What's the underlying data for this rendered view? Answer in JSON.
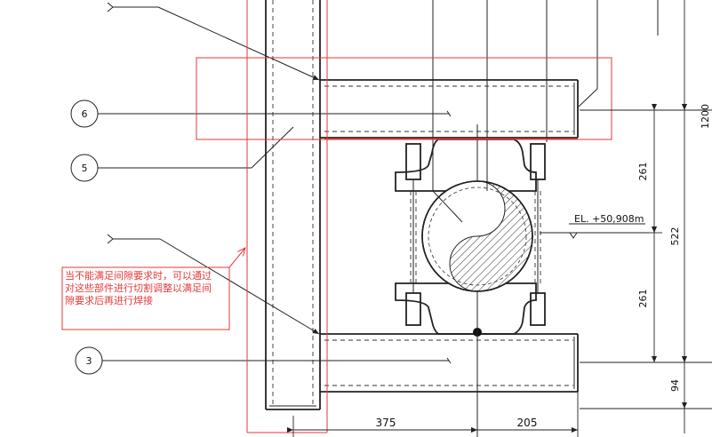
{
  "colors": {
    "line": "#222222",
    "markup_red": "#e23a3a",
    "background": "#ffffff"
  },
  "balloons": [
    {
      "id": "balloon-6",
      "label": "6"
    },
    {
      "id": "balloon-5",
      "label": "5"
    },
    {
      "id": "balloon-3",
      "label": "3"
    }
  ],
  "elevation_label": "EL. +50,908m",
  "note_lines": [
    "当不能满足间隙要求时，可以通过",
    "对这些部件进行切割调整以满足间",
    "隙要求后再进行焊接"
  ],
  "dimensions": {
    "right_inner_top": "261",
    "right_inner_bottom": "261",
    "right_outer_top": "1200",
    "right_outer_mid": "522",
    "right_outer_bottom": "94",
    "bottom_left": "375",
    "bottom_right": "205"
  }
}
